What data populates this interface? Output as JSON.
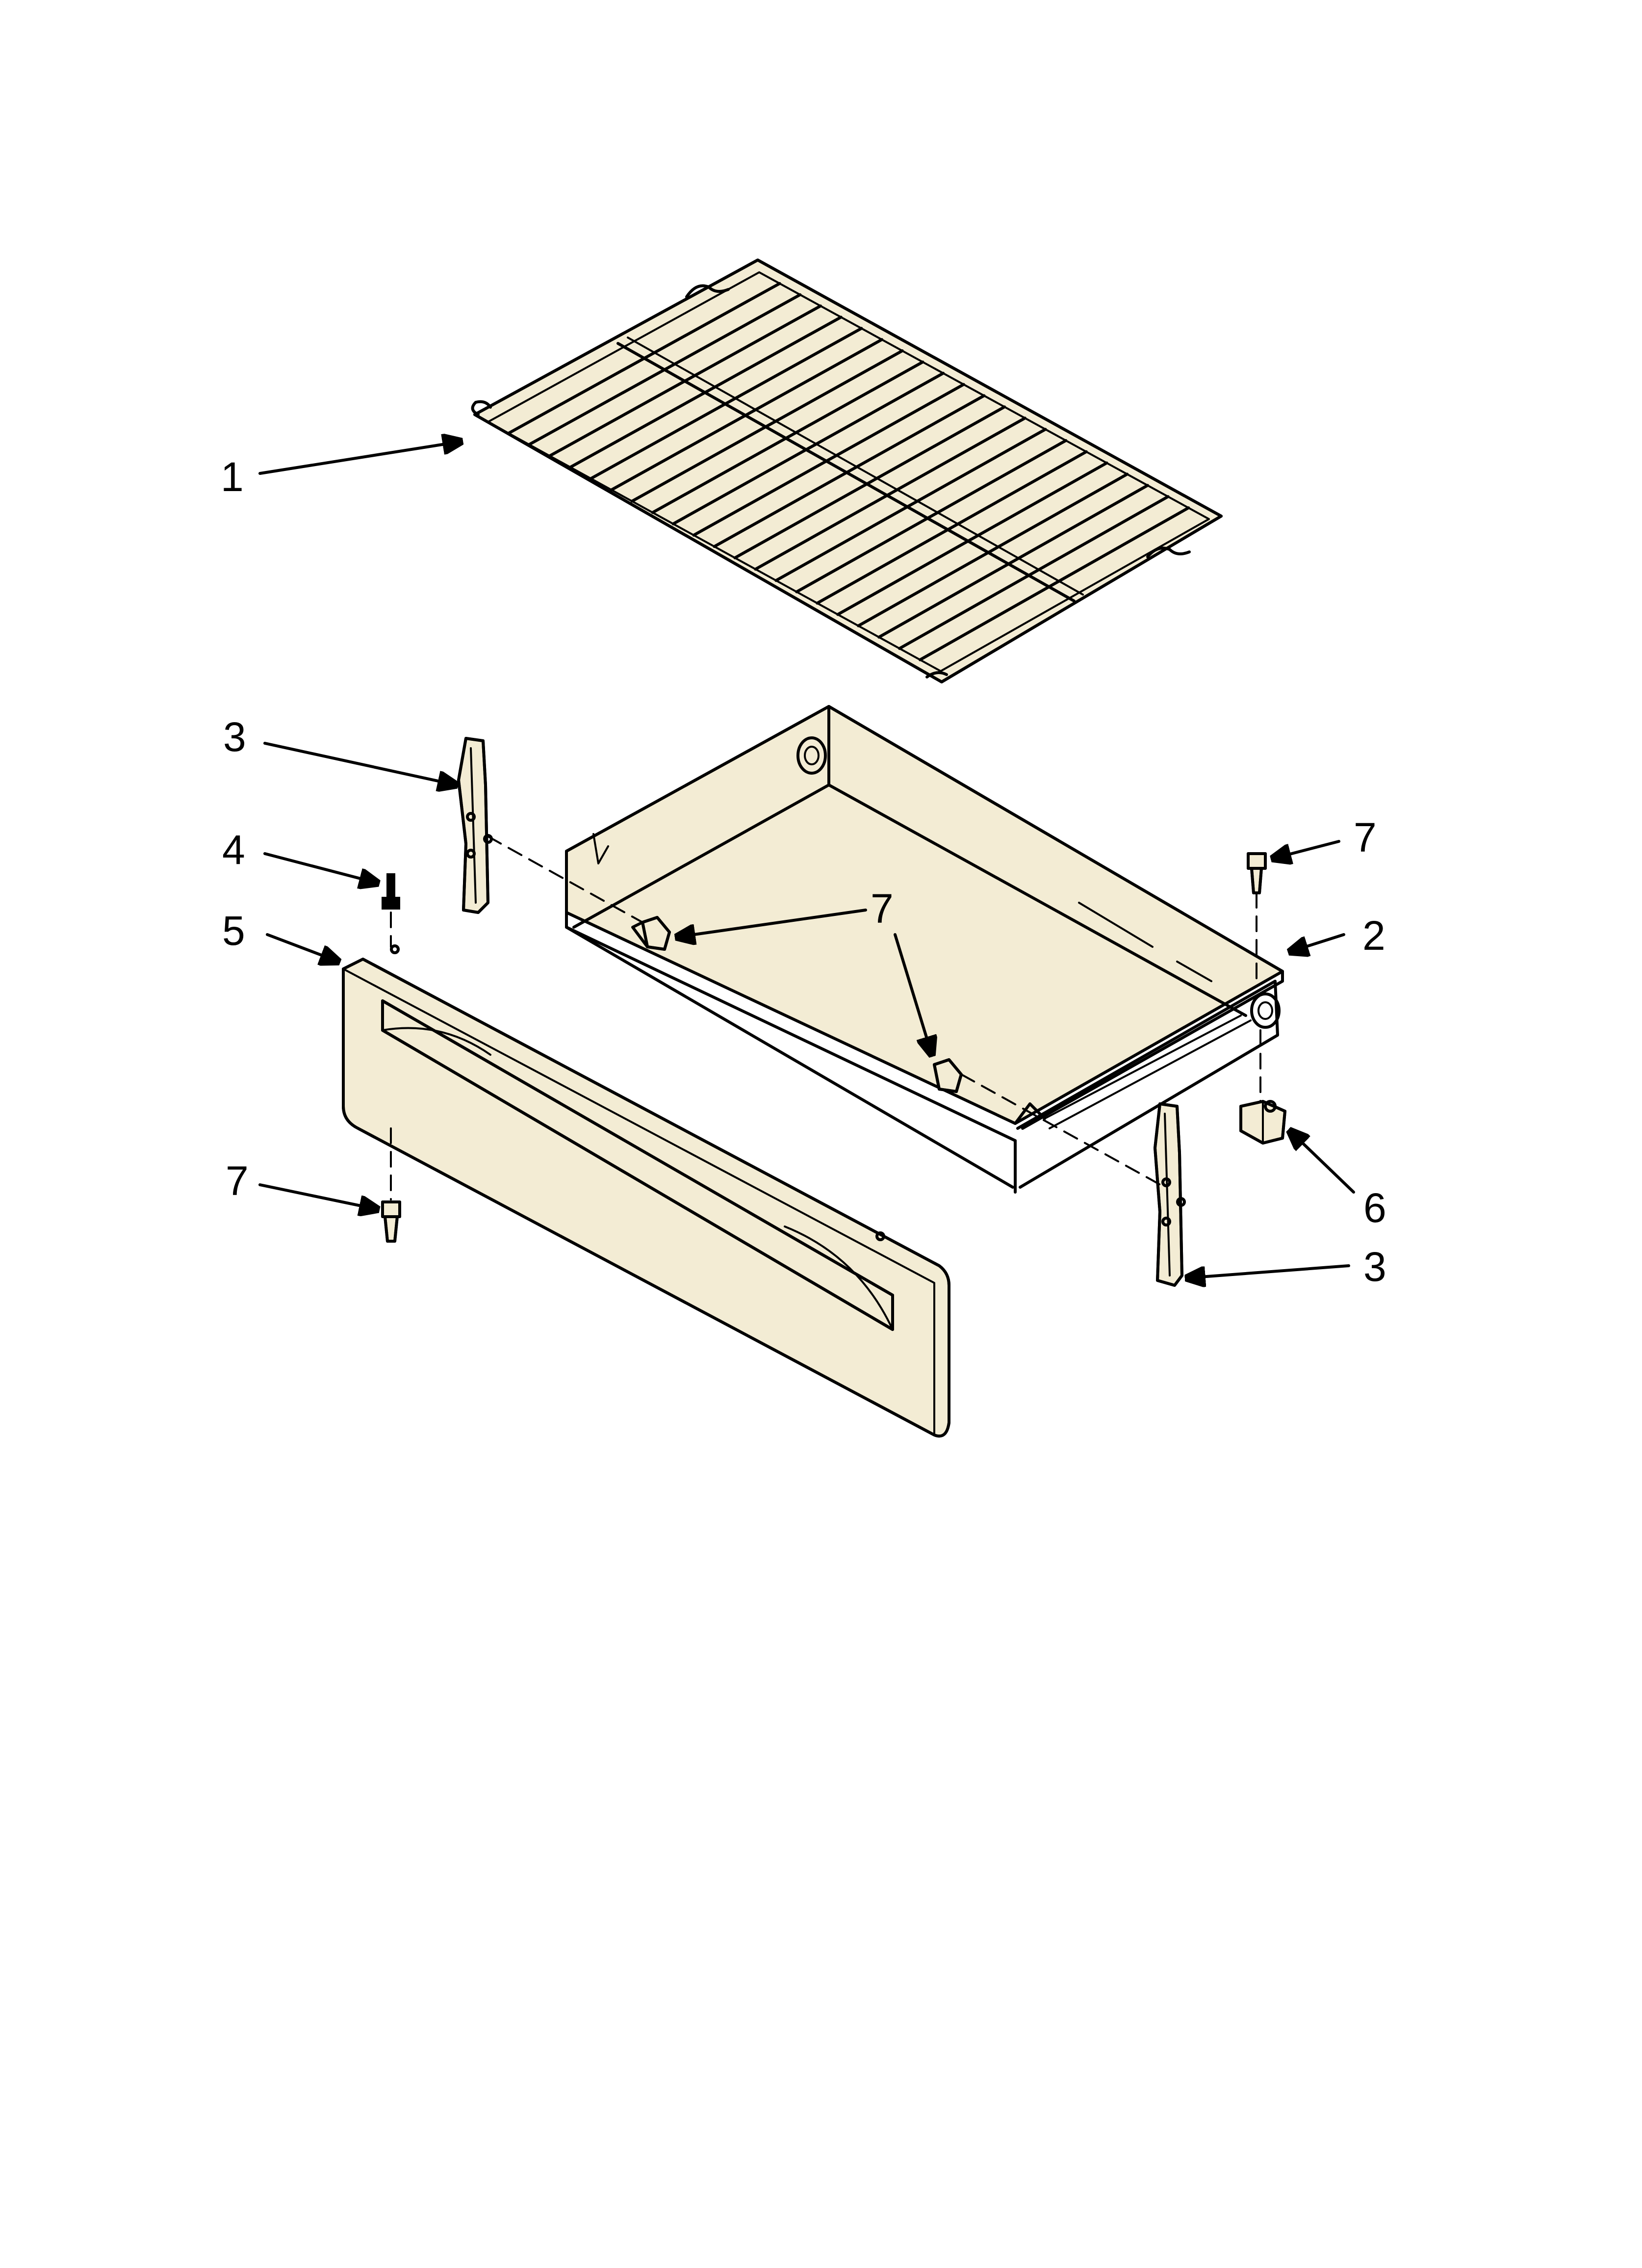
{
  "callouts": [
    {
      "id": "c1",
      "label": "1"
    },
    {
      "id": "c2",
      "label": "2"
    },
    {
      "id": "c3a",
      "label": "3"
    },
    {
      "id": "c3b",
      "label": "3"
    },
    {
      "id": "c4",
      "label": "4"
    },
    {
      "id": "c5",
      "label": "5"
    },
    {
      "id": "c6",
      "label": "6"
    },
    {
      "id": "c7a",
      "label": "7"
    },
    {
      "id": "c7b",
      "label": "7"
    },
    {
      "id": "c7c",
      "label": "7"
    },
    {
      "id": "c7d",
      "label": "7"
    }
  ],
  "colors": {
    "line": "#000000",
    "part_fill": "#f3ecd4",
    "background": "#ffffff"
  }
}
